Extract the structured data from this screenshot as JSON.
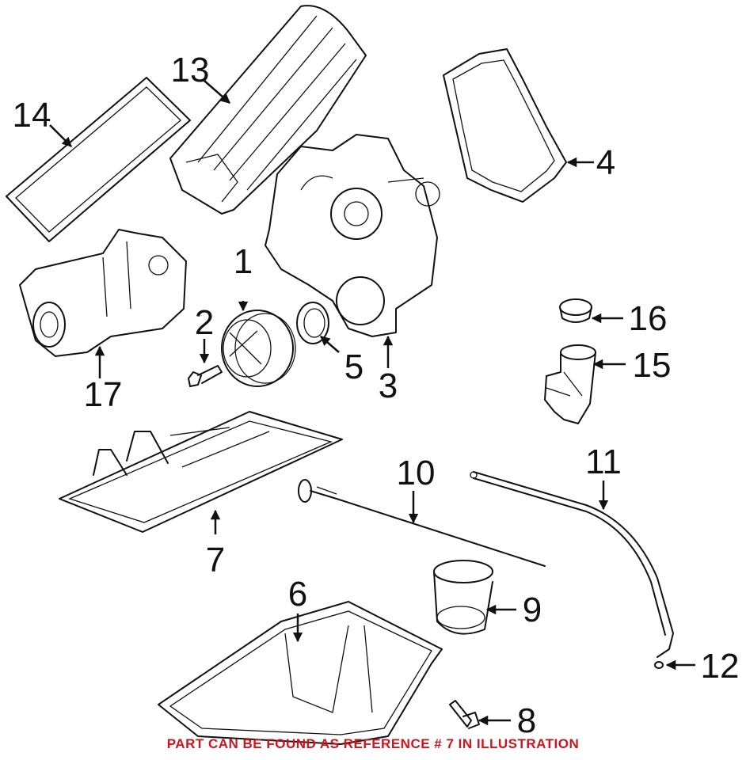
{
  "callouts": {
    "c1": "1",
    "c2": "2",
    "c3": "3",
    "c4": "4",
    "c5": "5",
    "c6": "6",
    "c7": "7",
    "c8": "8",
    "c9": "9",
    "c10": "10",
    "c11": "11",
    "c12": "12",
    "c13": "13",
    "c14": "14",
    "c15": "15",
    "c16": "16",
    "c17": "17"
  },
  "footer_note": "PART CAN BE FOUND AS REFERENCE # 7 IN ILLUSTRATION",
  "colors": {
    "line": "#111111",
    "note": "#d0141b",
    "background": "#ffffff"
  }
}
